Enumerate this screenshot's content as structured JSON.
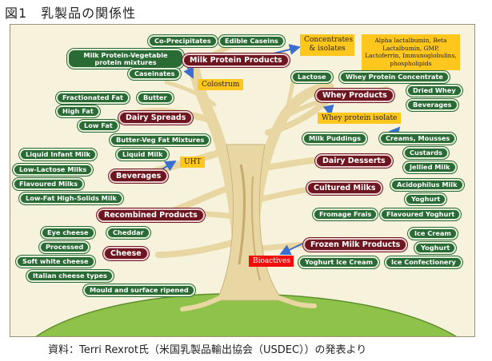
{
  "figure": {
    "title": "図1　乳製品の関係性"
  },
  "source_note": "資料：Terri Rexrot氏（米国乳製品輸出協会（USDEC））の発表より",
  "colors": {
    "leaf": "#2a6a34",
    "hub": "#6e1620",
    "note": "#ffc61e",
    "note_red": "#f20d0d",
    "tree": "#e8d7a3",
    "grass": "#8fc24a",
    "arrow": "#3a6fd0"
  },
  "hubs": {
    "milk_protein": "Milk Protein Products",
    "dairy_spreads": "Dairy Spreads",
    "beverages": "Beverages",
    "recombined": "Recombined Products",
    "cheese": "Cheese",
    "whey": "Whey Products",
    "desserts": "Dairy Desserts",
    "cultured": "Cultured Milks",
    "frozen": "Frozen Milk Products"
  },
  "leaves": {
    "milk_protein": [
      "Co-Precipitates",
      "Edible Caseins",
      "Milk Protein-Vegetable protein mixtures",
      "Caseinates"
    ],
    "dairy_spreads": [
      "Fractionated Fat",
      "Butter",
      "High Fat",
      "Low Fat",
      "Butter-Veg Fat Mixtures"
    ],
    "beverages": [
      "Liquid Infant Milk",
      "Liquid Milk",
      "Low-Lactose Milks",
      "Flavoured Milks",
      "Low-Fat High-Solids Milk"
    ],
    "cheese": [
      "Eye cheese",
      "Cheddar",
      "Processed",
      "Soft white cheese",
      "Italian cheese types",
      "Mould and surface ripened"
    ],
    "whey": [
      "Lactose",
      "Whey Protein Concentrate",
      "Dried Whey",
      "Beverages"
    ],
    "desserts": [
      "Milk Puddings",
      "Creams, Mousses",
      "Custards",
      "Jellied Milk"
    ],
    "cultured": [
      "Acidophilus Milk",
      "Yoghurt",
      "Fromage Frais",
      "Flavoured Yoghurt"
    ],
    "frozen": [
      "Ice Cream",
      "Yoghurt",
      "Yoghurt Ice Cream",
      "Ice Confectionery"
    ]
  },
  "notes": {
    "concentrates": "Concentrates & isolates",
    "protein_list": "Alpha lactalbumin, Beta Lactalbumin, GMP, Lactoferrin, Immunoglobulins, phospholipids",
    "colostrum": "Colostrum",
    "whey_isolate": "Whey protein isolate",
    "uht": "UHT",
    "bioactives": "Bioactives"
  }
}
